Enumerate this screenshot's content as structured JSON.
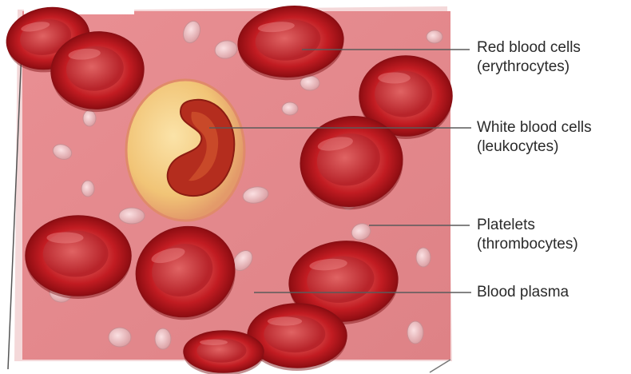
{
  "colors": {
    "plasma": "#e48b8f",
    "red_cell_rim": "#b4141a",
    "red_cell_center": "#d94747",
    "white_cell_body": "#f2c97c",
    "white_cell_nucleus": "#b72e1f",
    "platelet": "#f2c4c6",
    "leader_line": "#5a5a5a"
  },
  "labels": [
    {
      "id": "red",
      "line1": "Red blood cells",
      "line2": "(erythrocytes)"
    },
    {
      "id": "white",
      "line1": "White blood cells",
      "line2": "(leukocytes)"
    },
    {
      "id": "platelets",
      "line1": "Platelets",
      "line2": "(thrombocytes)"
    },
    {
      "id": "plasma",
      "line1": "Blood plasma",
      "line2": ""
    }
  ]
}
